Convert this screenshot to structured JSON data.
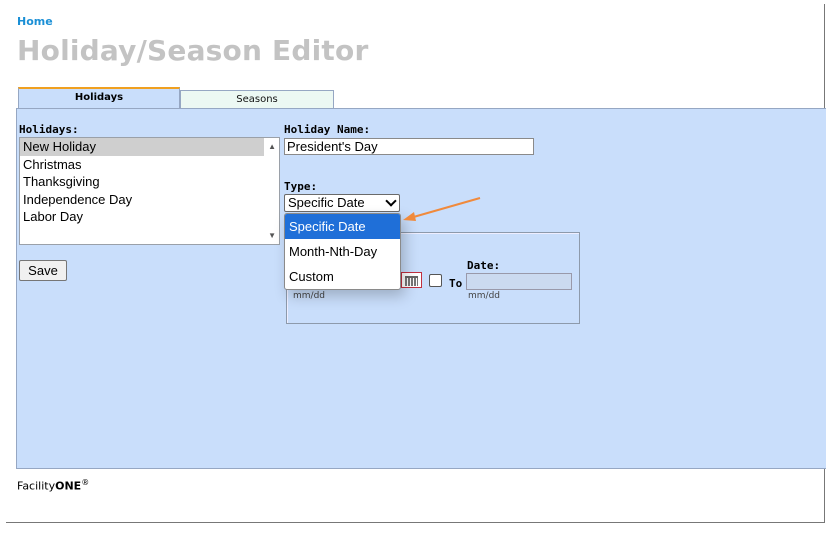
{
  "breadcrumb": {
    "home": "Home"
  },
  "page": {
    "title": "Holiday/Season Editor"
  },
  "tabs": [
    {
      "label": "Holidays",
      "active": true
    },
    {
      "label": "Seasons",
      "active": false
    }
  ],
  "holidays": {
    "label": "Holidays:",
    "items": [
      "New Holiday",
      "Christmas",
      "Thanksgiving",
      "Independence Day",
      "Labor Day"
    ],
    "selected": "New Holiday"
  },
  "form": {
    "name_label": "Holiday Name:",
    "name_value": "President's Day",
    "type_label": "Type:",
    "type_value": "Specific Date",
    "type_options": [
      "Specific Date",
      "Month-Nth-Day",
      "Custom"
    ],
    "to_label": "To",
    "date_label": "Date:",
    "from_hint": "mm/dd",
    "to_hint": "mm/dd"
  },
  "buttons": {
    "save": "Save"
  },
  "footer": {
    "brand_prefix": "Facility",
    "brand_bold": "ONE",
    "reg": "®"
  },
  "colors": {
    "panel": "#c9defb",
    "accent_tab": "#f0a020",
    "link": "#1a8fd6",
    "highlight": "#1f6fd8",
    "annotation_arrow": "#f08a3c"
  },
  "icons": [
    "calendar-icon",
    "chevron-down-icon",
    "scroll-up-icon",
    "scroll-down-icon"
  ]
}
